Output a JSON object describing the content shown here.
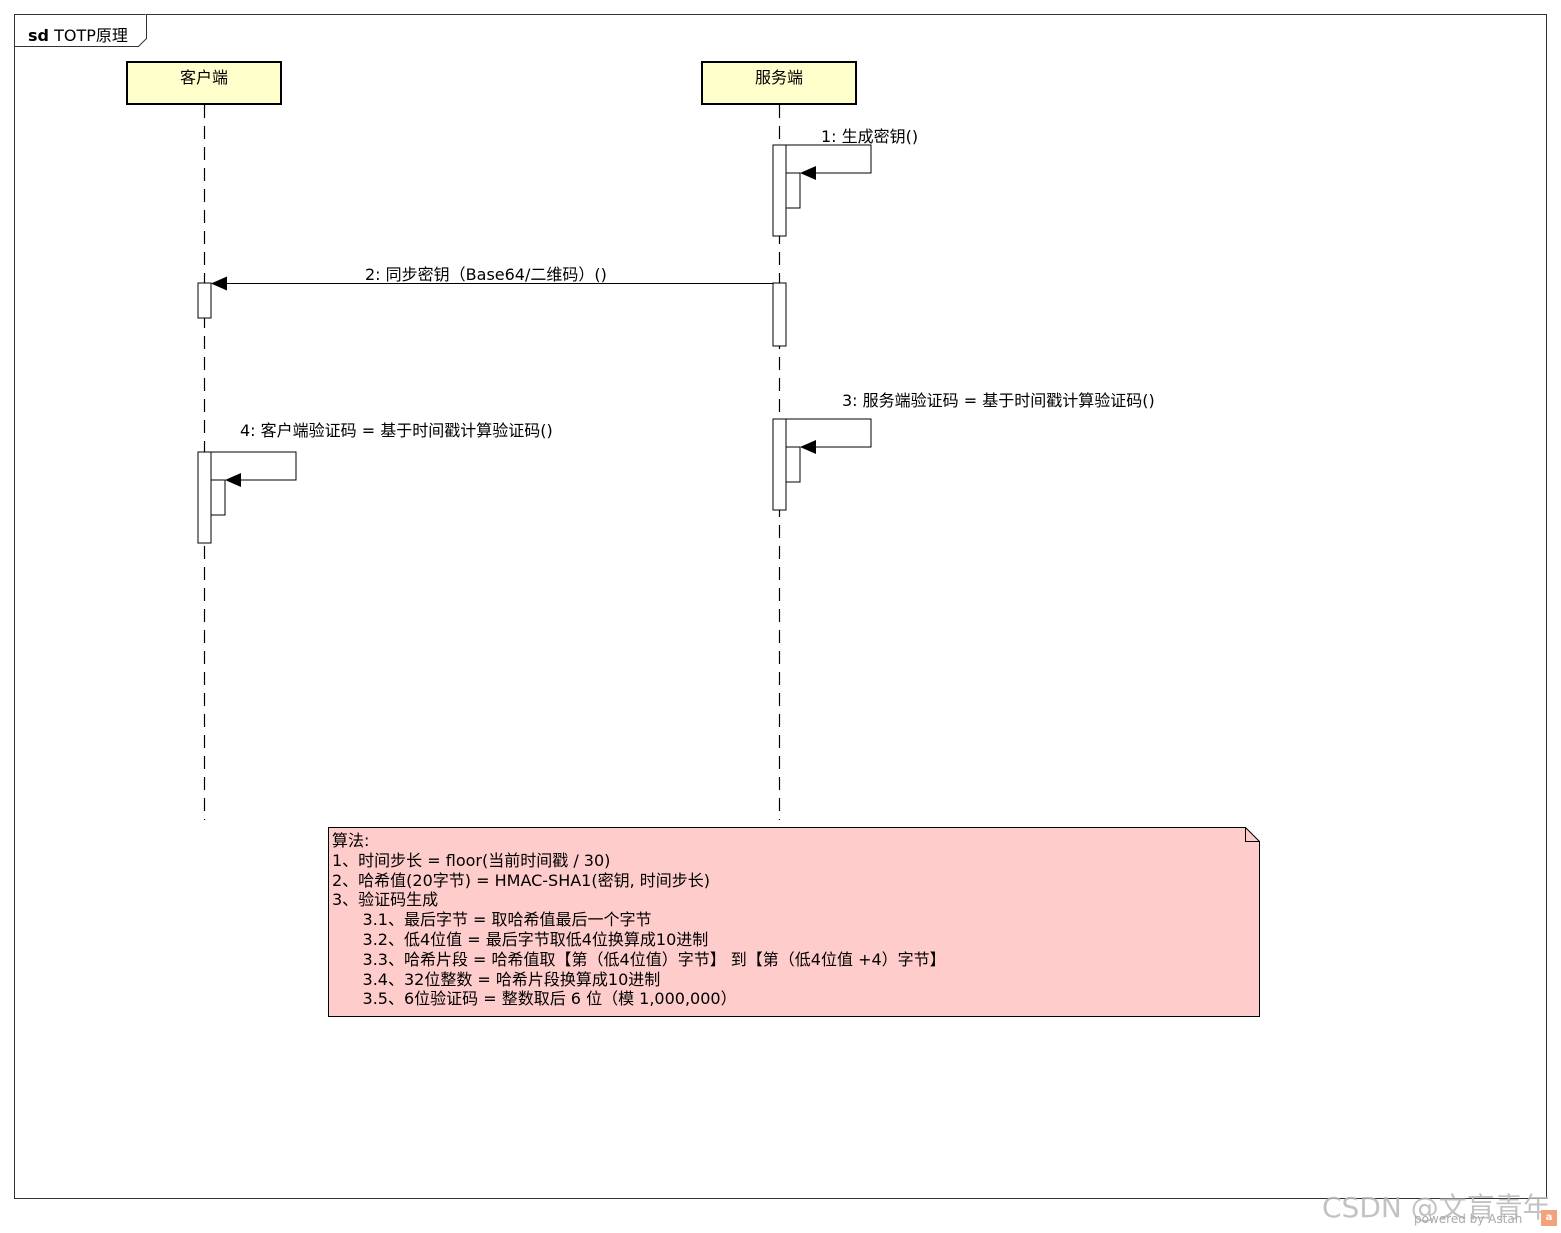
{
  "frame": {
    "keyword": "sd",
    "title": "TOTP原理"
  },
  "lifelines": {
    "client": "客户端",
    "server": "服务端"
  },
  "messages": [
    {
      "label": "1: 生成密钥()"
    },
    {
      "label": "2: 同步密钥（Base64/二维码）()"
    },
    {
      "label": "3: 服务端验证码 = 基于时间戳计算验证码()"
    },
    {
      "label": "4: 客户端验证码 = 基于时间戳计算验证码()"
    }
  ],
  "note": {
    "lines": [
      "算法:",
      "1、时间步长 = floor(当前时间戳 / 30)",
      "2、哈希值(20字节) = HMAC-SHA1(密钥, 时间步长)",
      "3、验证码生成",
      "      3.1、最后字节 = 取哈希值最后一个字节",
      "      3.2、低4位值 = 最后字节取低4位换算成10进制",
      "      3.3、哈希片段 = 哈希值取【第（低4位值）字节】 到【第（低4位值 +4）字节】",
      "      3.4、32位整数 = 哈希片段换算成10进制",
      "      3.5、6位验证码 = 整数取后 6 位（模 1,000,000）"
    ]
  },
  "watermark": "CSDN @文盲青年",
  "powered_by": "powered by Astah",
  "colors": {
    "lifeline_head": "#ffffcc",
    "note_fill": "#ffcccc",
    "line": "#000000"
  }
}
